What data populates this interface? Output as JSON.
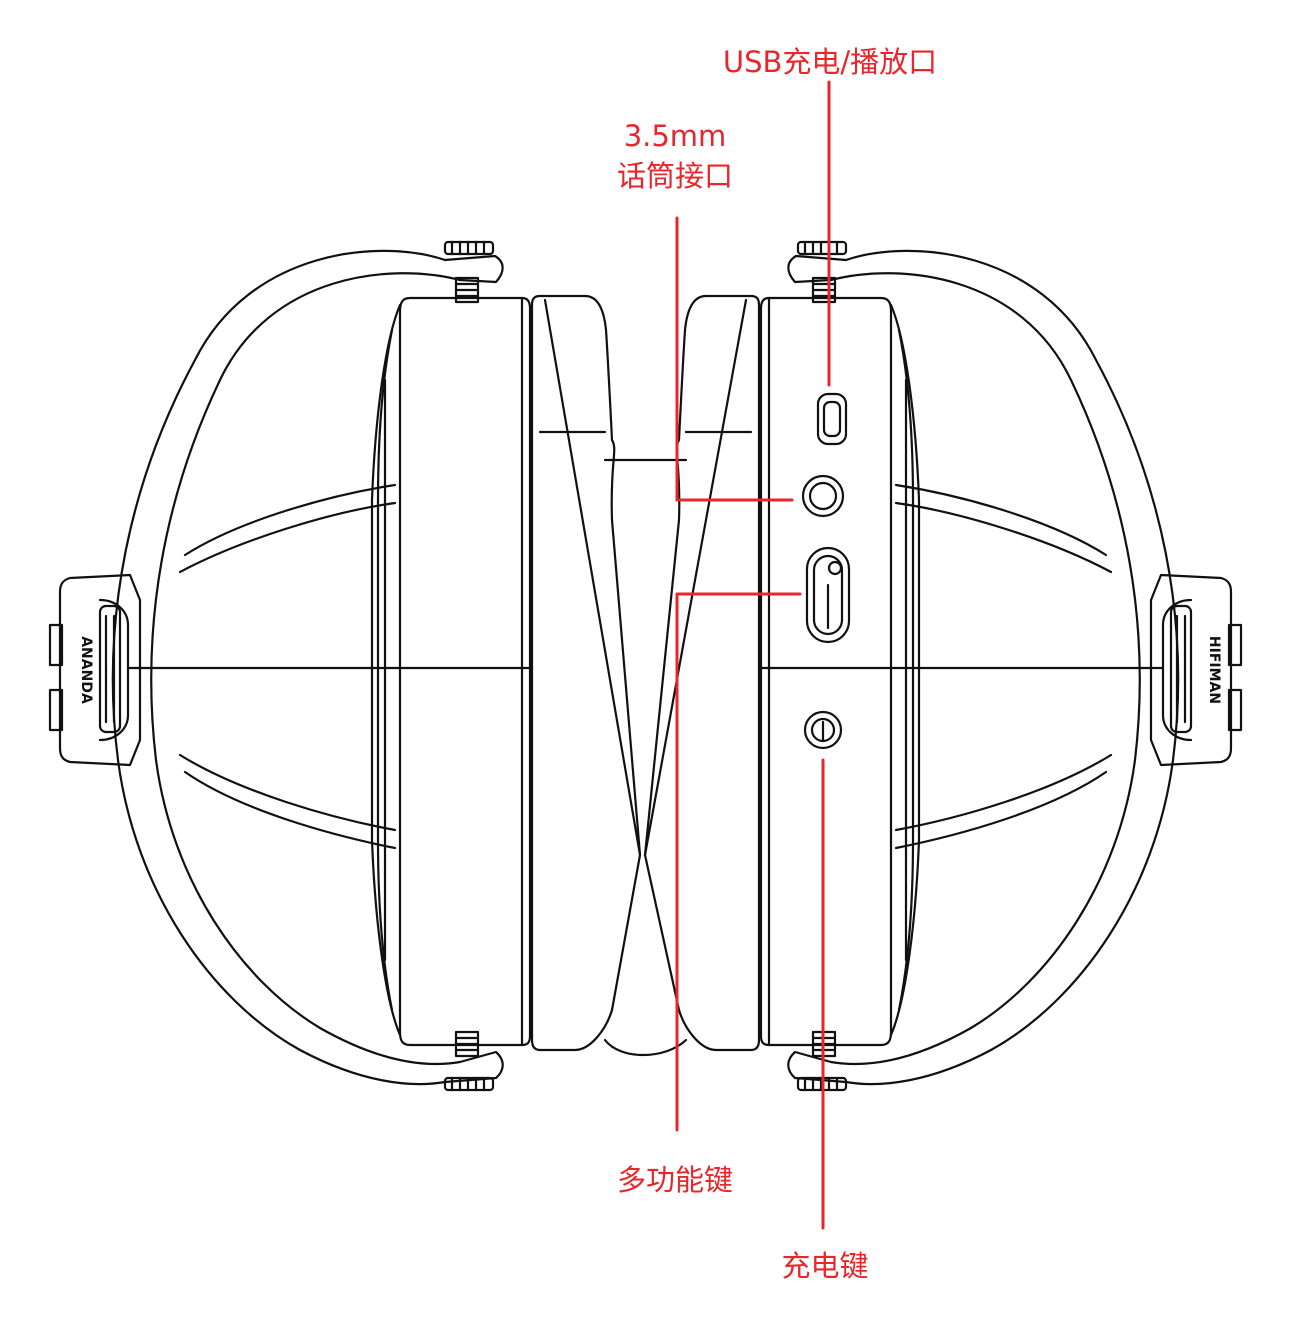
{
  "callouts": {
    "usb": "USB充电/播放口",
    "mic_line1": "3.5mm",
    "mic_line2": "话筒接口",
    "multifunction": "多功能键",
    "charge": "充电键"
  },
  "brand_text": {
    "left": "ANANDA",
    "right": "HIFIMAN"
  },
  "colors": {
    "callout": "#e8262b",
    "drawing": "#111111",
    "background": "#ffffff"
  }
}
